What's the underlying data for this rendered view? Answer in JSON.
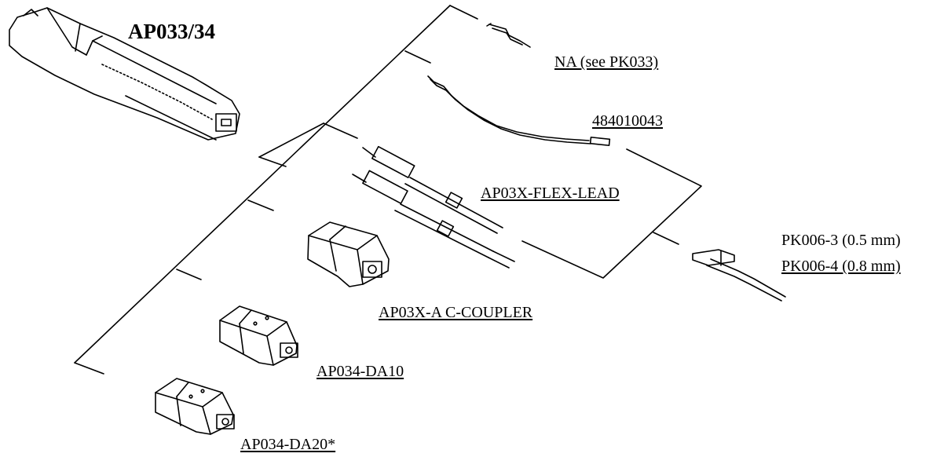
{
  "title": "AP033/34",
  "parts": {
    "na_pk033": "NA (see PK033)",
    "part_484010043": "484010043",
    "flex_lead": "AP03X-FLEX-LEAD",
    "ac_coupler": "AP03X-A C-COUPLER",
    "da10": "AP034-DA10",
    "da20": "AP034-DA20*",
    "pk006_3": "PK006-3 (0.5 mm)",
    "pk006_4": "PK006-4 (0.8 mm)"
  },
  "illustrations": [
    "probe-body-icon",
    "tip-pin-icon",
    "beaded-cable-icon",
    "flex-lead-icon",
    "ac-coupler-icon",
    "attenuator-da10-icon",
    "attenuator-da20-icon",
    "pk006-adapter-icon"
  ]
}
